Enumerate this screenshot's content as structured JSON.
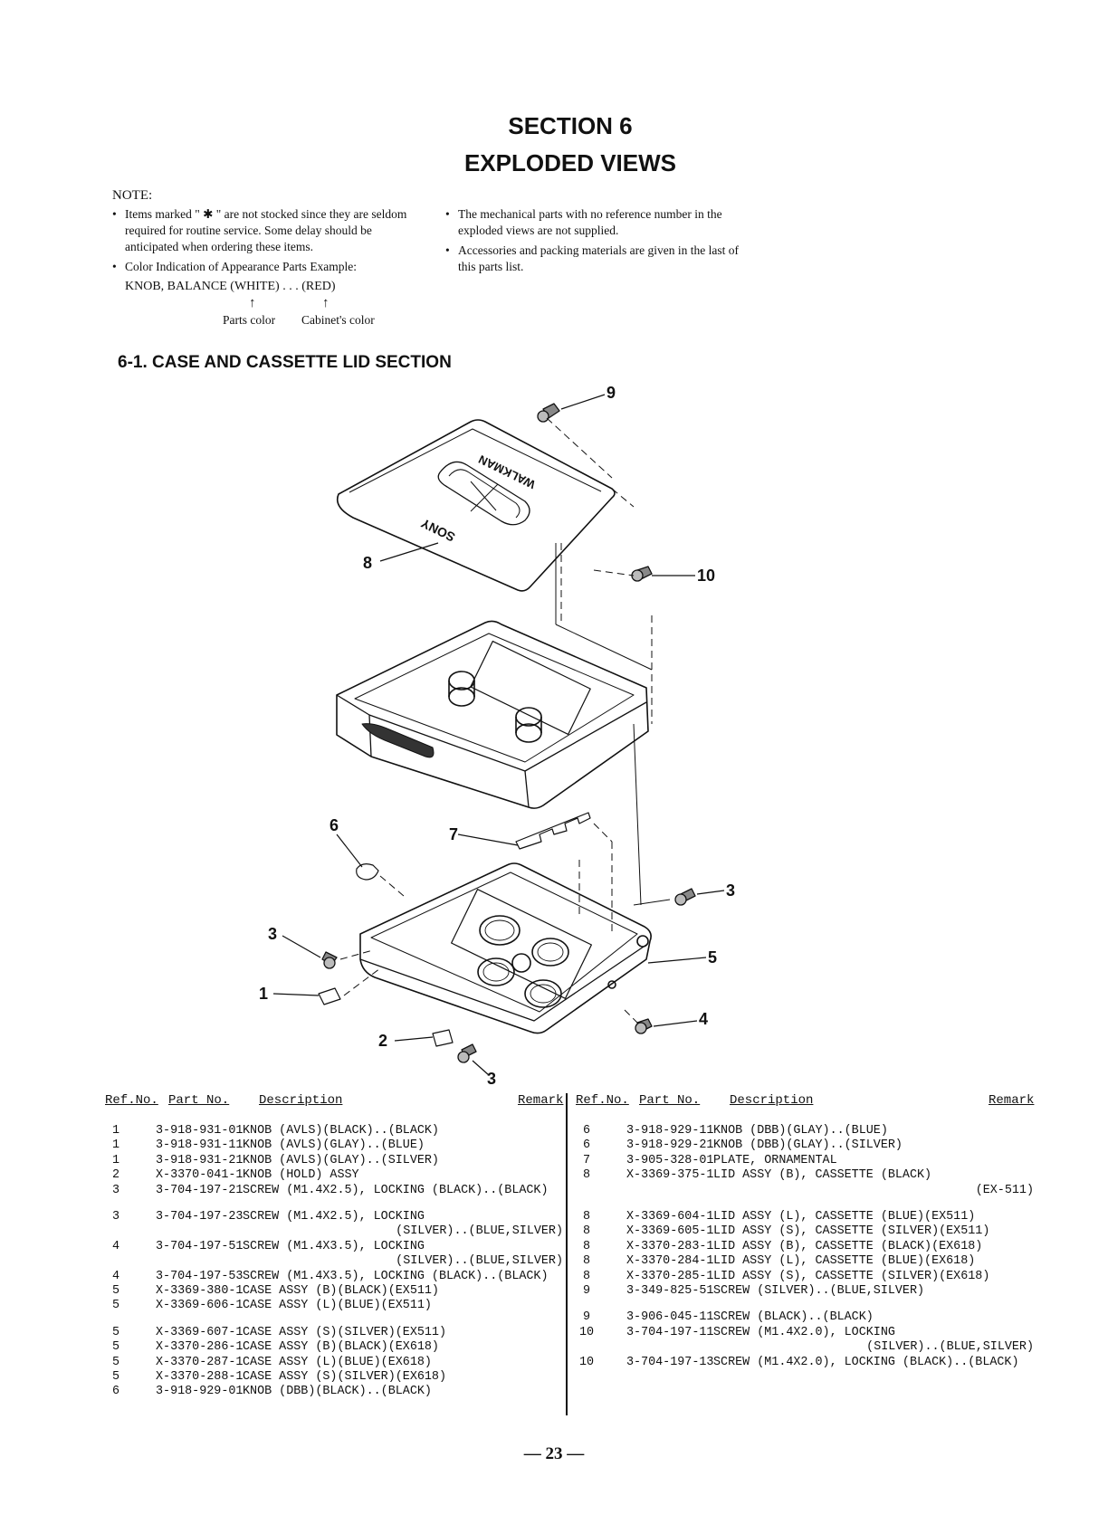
{
  "section": {
    "line1": "SECTION 6",
    "line2": "EXPLODED VIEWS"
  },
  "notes": {
    "label": "NOTE:",
    "left": [
      "Items marked \" ✱ \" are not stocked since they are seldom required for routine service. Some delay should be anticipated when ordering these items.",
      "Color Indication of Appearance Parts Example:"
    ],
    "example_line": "KNOB, BALANCE (WHITE) . . . (RED)",
    "arrow": "↑",
    "parts_color": "Parts color",
    "cabinet_color": "Cabinet's color",
    "right": [
      "The mechanical parts with no reference number in the exploded views are not supplied.",
      "Accessories and packing materials are given in the last of this parts list."
    ]
  },
  "subsection_title": "6-1.  CASE AND CASSETTE LID SECTION",
  "diagram": {
    "callouts": [
      "9",
      "8",
      "10",
      "6",
      "7",
      "3",
      "3",
      "5",
      "1",
      "4",
      "2",
      "3"
    ],
    "lid_text_1": "WALKMAN",
    "lid_text_2": "SONY"
  },
  "table": {
    "headers": {
      "ref": "Ref.No.",
      "part": "Part No.",
      "desc": "Description",
      "remark": "Remark"
    },
    "left_rows": [
      {
        "ref": "1",
        "part": "3-918-931-01",
        "desc": "KNOB (AVLS)(BLACK)..(BLACK)"
      },
      {
        "ref": "1",
        "part": "3-918-931-11",
        "desc": "KNOB (AVLS)(GLAY)..(BLUE)"
      },
      {
        "ref": "1",
        "part": "3-918-931-21",
        "desc": "KNOB (AVLS)(GLAY)..(SILVER)"
      },
      {
        "ref": "2",
        "part": "X-3370-041-1",
        "desc": "KNOB (HOLD) ASSY"
      },
      {
        "ref": "3",
        "part": "3-704-197-21",
        "desc": "SCREW (M1.4X2.5), LOCKING (BLACK)..(BLACK)"
      },
      {
        "ref": "3",
        "part": "3-704-197-23",
        "desc": "SCREW (M1.4X2.5), LOCKING",
        "cont": "(SILVER)..(BLUE,SILVER)"
      },
      {
        "ref": "4",
        "part": "3-704-197-51",
        "desc": "SCREW (M1.4X3.5), LOCKING",
        "cont": "(SILVER)..(BLUE,SILVER)"
      },
      {
        "ref": "4",
        "part": "3-704-197-53",
        "desc": "SCREW (M1.4X3.5), LOCKING (BLACK)..(BLACK)"
      },
      {
        "ref": "5",
        "part": "X-3369-380-1",
        "desc": "CASE ASSY (B)(BLACK)(EX511)"
      },
      {
        "ref": "5",
        "part": "X-3369-606-1",
        "desc": "CASE ASSY (L)(BLUE)(EX511)"
      },
      {
        "ref": "5",
        "part": "X-3369-607-1",
        "desc": "CASE ASSY (S)(SILVER)(EX511)"
      },
      {
        "ref": "5",
        "part": "X-3370-286-1",
        "desc": "CASE ASSY (B)(BLACK)(EX618)"
      },
      {
        "ref": "5",
        "part": "X-3370-287-1",
        "desc": "CASE ASSY (L)(BLUE)(EX618)"
      },
      {
        "ref": "5",
        "part": "X-3370-288-1",
        "desc": "CASE ASSY (S)(SILVER)(EX618)"
      },
      {
        "ref": "6",
        "part": "3-918-929-01",
        "desc": "KNOB (DBB)(BLACK)..(BLACK)"
      }
    ],
    "right_rows": [
      {
        "ref": "6",
        "part": "3-918-929-11",
        "desc": "KNOB (DBB)(GLAY)..(BLUE)"
      },
      {
        "ref": "6",
        "part": "3-918-929-21",
        "desc": "KNOB (DBB)(GLAY)..(SILVER)"
      },
      {
        "ref": "7",
        "part": "3-905-328-01",
        "desc": "PLATE, ORNAMENTAL"
      },
      {
        "ref": "8",
        "part": "X-3369-375-1",
        "desc": "LID ASSY (B), CASSETTE (BLACK)",
        "cont": "(EX-511)"
      },
      {
        "ref": "8",
        "part": "X-3369-604-1",
        "desc": "LID ASSY (L), CASSETTE (BLUE)(EX511)"
      },
      {
        "ref": "8",
        "part": "X-3369-605-1",
        "desc": "LID ASSY (S), CASSETTE (SILVER)(EX511)"
      },
      {
        "ref": "8",
        "part": "X-3370-283-1",
        "desc": "LID ASSY (B), CASSETTE (BLACK)(EX618)"
      },
      {
        "ref": "8",
        "part": "X-3370-284-1",
        "desc": "LID ASSY (L), CASSETTE (BLUE)(EX618)"
      },
      {
        "ref": "8",
        "part": "X-3370-285-1",
        "desc": "LID ASSY (S), CASSETTE (SILVER)(EX618)"
      },
      {
        "ref": "9",
        "part": "3-349-825-51",
        "desc": "SCREW (SILVER)..(BLUE,SILVER)"
      },
      {
        "ref": "9",
        "part": "3-906-045-11",
        "desc": "SCREW (BLACK)..(BLACK)"
      },
      {
        "ref": "10",
        "part": "3-704-197-11",
        "desc": "SCREW (M1.4X2.0), LOCKING",
        "cont": "(SILVER)..(BLUE,SILVER)"
      },
      {
        "ref": "10",
        "part": "3-704-197-13",
        "desc": "SCREW (M1.4X2.0), LOCKING (BLACK)..(BLACK)"
      }
    ]
  },
  "page_number": "— 23 —"
}
